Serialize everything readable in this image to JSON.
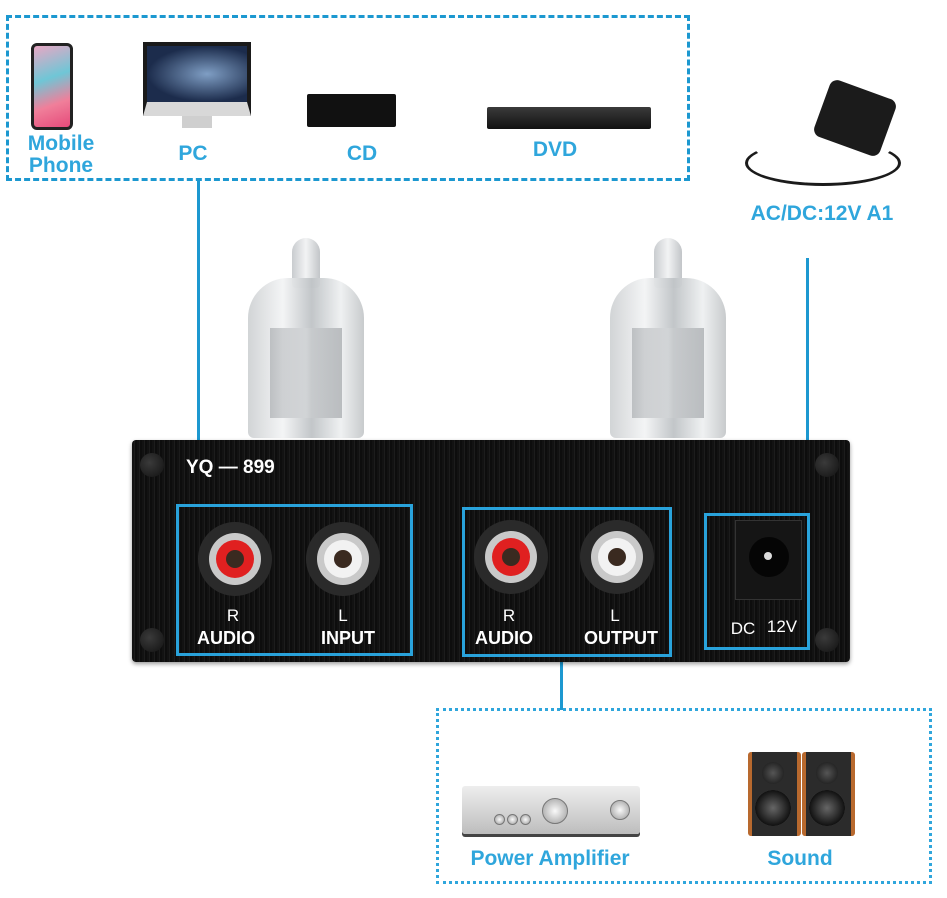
{
  "sources": {
    "items": [
      {
        "label_line1": "Mobile",
        "label_line2": "Phone",
        "icon": "mobile-phone-icon"
      },
      {
        "label": "PC",
        "icon": "desktop-monitor-icon"
      },
      {
        "label": "CD",
        "icon": "cd-player-icon"
      },
      {
        "label": "DVD",
        "icon": "dvd-player-icon"
      }
    ]
  },
  "power_supply": {
    "label": "AC/DC:12V A1",
    "icon": "power-adapter-icon"
  },
  "device": {
    "model": "YQ — 899",
    "input_panel": {
      "r_label": "R",
      "l_label": "L",
      "left_caption": "AUDIO",
      "right_caption": "INPUT"
    },
    "output_panel": {
      "r_label": "R",
      "l_label": "L",
      "left_caption": "AUDIO",
      "right_caption": "OUTPUT"
    },
    "power_panel": {
      "dc_label": "DC",
      "voltage_label": "12V"
    }
  },
  "outputs": {
    "items": [
      {
        "label": "Power Amplifier",
        "icon": "power-amplifier-icon"
      },
      {
        "label": "Sound",
        "icon": "speakers-icon"
      }
    ]
  },
  "colors": {
    "accent": "#2fa6dc",
    "line": "#1c98d0",
    "rca_red": "#e02020",
    "rca_white": "#f2f2f2"
  }
}
